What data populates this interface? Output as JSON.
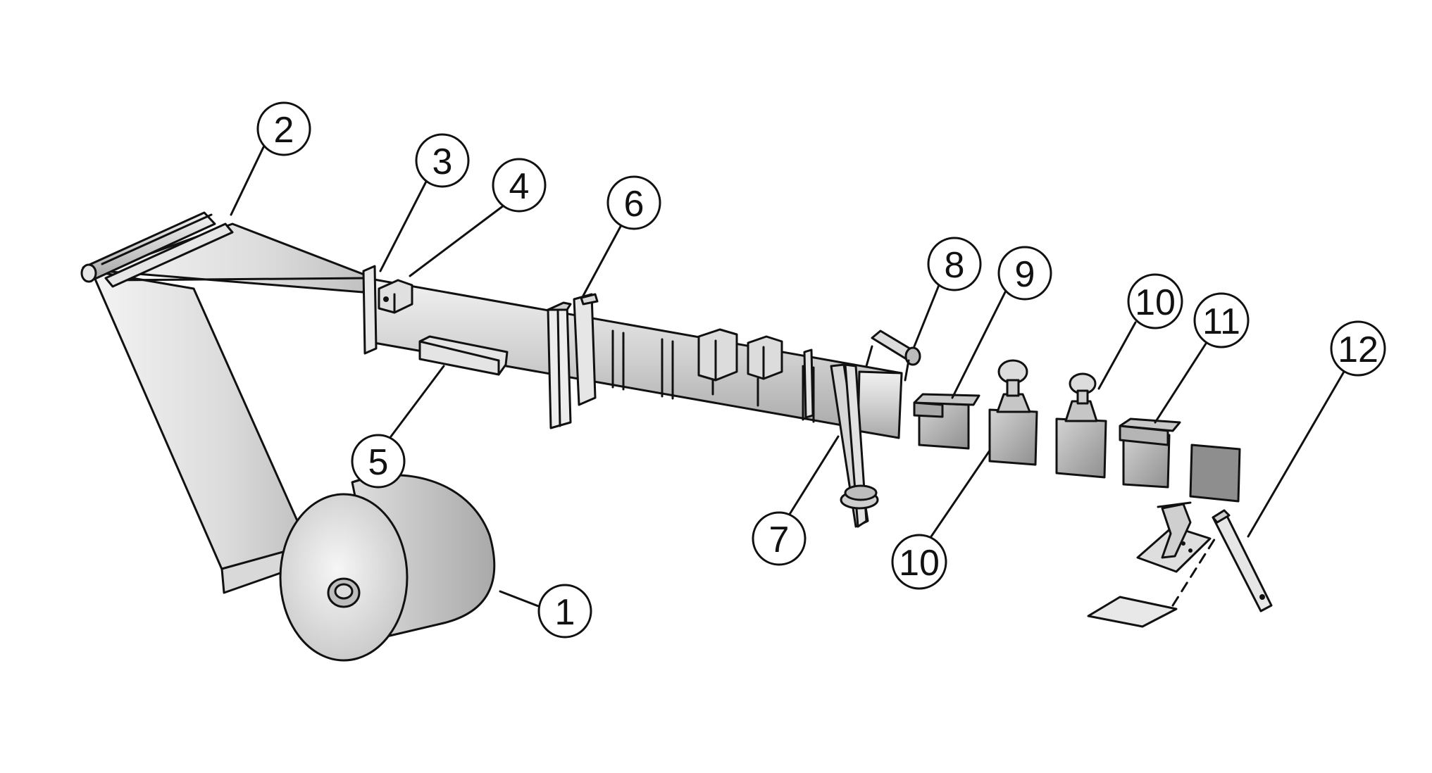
{
  "diagram": {
    "colors": {
      "line": "#111111",
      "web": "#e2e2e2",
      "web_dark": "#c4c4c4",
      "box": "#bdbdbd",
      "box_dark": "#8e8e8e",
      "background": "#ffffff"
    },
    "callouts": [
      {
        "id": "c1",
        "label": "1"
      },
      {
        "id": "c2",
        "label": "2"
      },
      {
        "id": "c3",
        "label": "3"
      },
      {
        "id": "c4",
        "label": "4"
      },
      {
        "id": "c5",
        "label": "5"
      },
      {
        "id": "c6",
        "label": "6"
      },
      {
        "id": "c7",
        "label": "7"
      },
      {
        "id": "c8",
        "label": "8"
      },
      {
        "id": "c9",
        "label": "9"
      },
      {
        "id": "c10a",
        "label": "10"
      },
      {
        "id": "c10b",
        "label": "10"
      },
      {
        "id": "c11",
        "label": "11"
      },
      {
        "id": "c12",
        "label": "12"
      }
    ]
  }
}
